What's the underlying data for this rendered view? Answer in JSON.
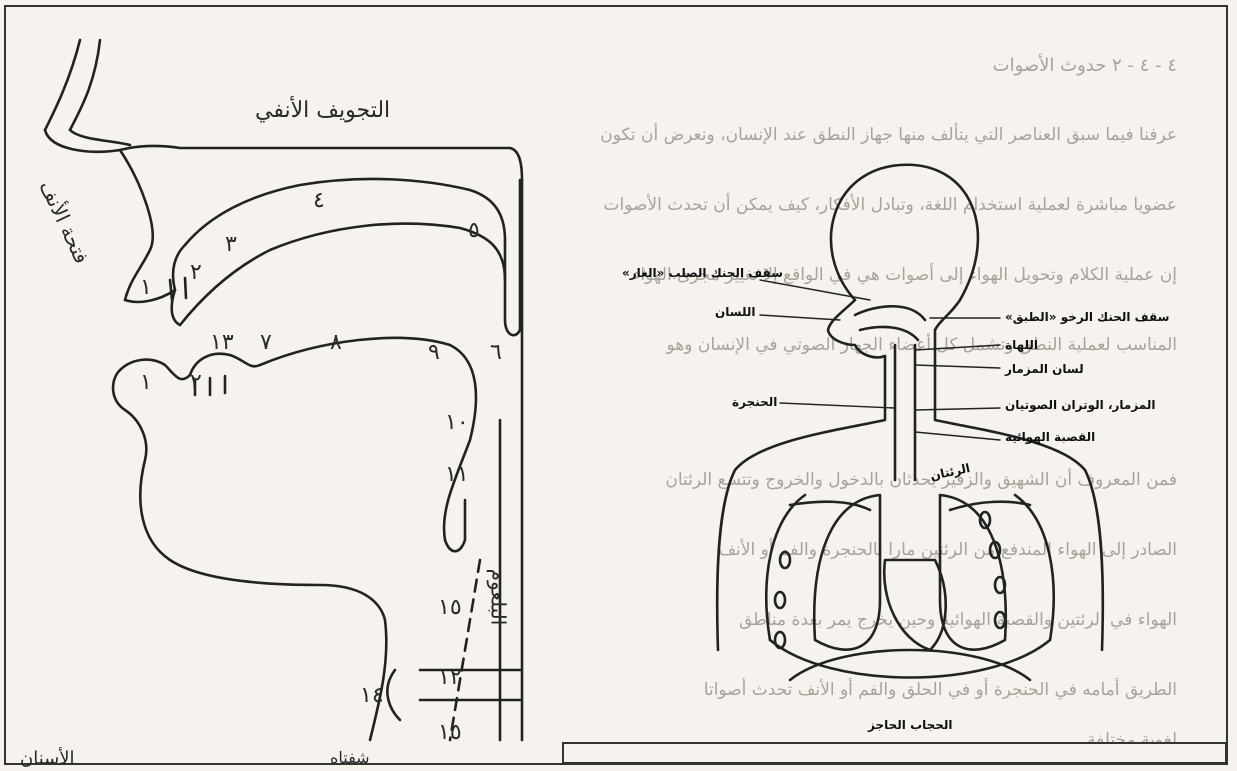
{
  "background_text": {
    "heading": "٤ - ٤ - ٢ حدوث الأصوات",
    "lines": [
      "عرفنا فيما سبق العناصر التي يتألف منها جهاز النطق عند الإنسان، ونعرض أن تكون",
      "عضويا مباشرة لعملية استخدام اللغة، وتبادل الأفكار، كيف يمكن أن تحدث الأصوات",
      "إن عملية الكلام وتحويل الهواء إلى أصوات هي في الواقع إلا تغيير مجرى الهواء",
      "المناسب لعملية النطق وتشمل كل أعضاء الجهاز الصوتي في الإنسان وهو",
      "",
      "فمن المعروف أن الشهيق والزفير يحدثان بالدخول والخروج وتتسع الرئتان",
      "الصادر إلى الهواء المندفع من الرئتين مارا بالحنجرة والفم أو الأنف",
      "الهواء في الرئتين والقصبة الهوائية وحين يخرج يمر بعدة مناطق",
      "الطريق أمامه في الحنجرة أو في الحلق والفم أو الأنف تحدث أصواتا",
      "لغوية مختلفة"
    ]
  },
  "left_diagram": {
    "nasal_cavity": "التجويف الأنفي",
    "nostril": "فتحة الأنف",
    "pharynx": "البلعوم",
    "numbers": {
      "n1a": "١",
      "n2a": "٢",
      "n3": "٣",
      "n4": "٤",
      "n5": "٥",
      "n6": "٦",
      "n7": "٧",
      "n8": "٨",
      "n9": "٩",
      "n10": "١٠",
      "n11": "١١",
      "n13": "١٣",
      "n1b": "١",
      "n2b": "٢",
      "n15a": "١٥",
      "n12": "١٢",
      "n14": "١٤",
      "n15b": "١٥"
    },
    "bottom_caption_right": "الأسنان",
    "bottom_caption_mid": "شفتاه"
  },
  "right_diagram": {
    "labels": {
      "hard_palate": "سقف الحنك الصلب «الغار»",
      "tongue": "اللسان",
      "soft_palate": "سقف الحنك الرخو «الطبق»",
      "uvula": "اللهاة",
      "epiglottis": "لسان المزمار",
      "larynx": "الحنجرة",
      "vocal_cords": "المزمار، الوتران الصوتيان",
      "trachea": "القصبة الهوائية",
      "lungs": "الرئتان",
      "diaphragm": "الحجاب الحاجز"
    }
  }
}
